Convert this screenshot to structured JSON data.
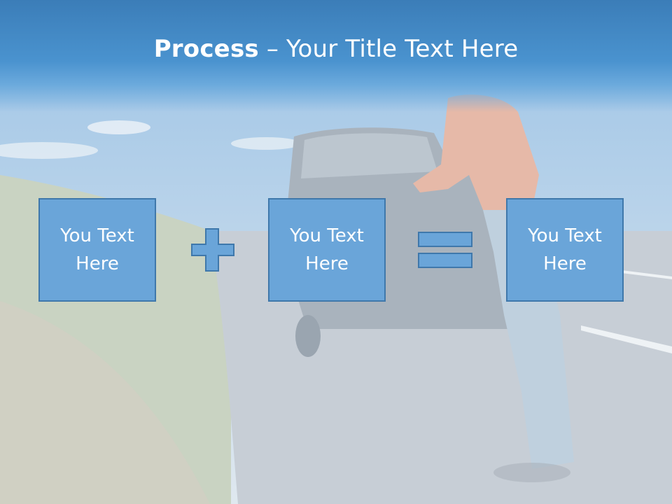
{
  "title": {
    "bold": "Process",
    "rest": " – Your Title Text Here"
  },
  "boxes": [
    {
      "text": "You Text Here"
    },
    {
      "text": "You Text Here"
    },
    {
      "text": "You Text Here"
    }
  ],
  "operators": [
    "plus-icon",
    "equals-icon"
  ],
  "colors": {
    "title_bar": "#3b7db8",
    "box_fill": "#6aa5d9",
    "box_border": "#3f78ab",
    "text": "#ffffff"
  }
}
